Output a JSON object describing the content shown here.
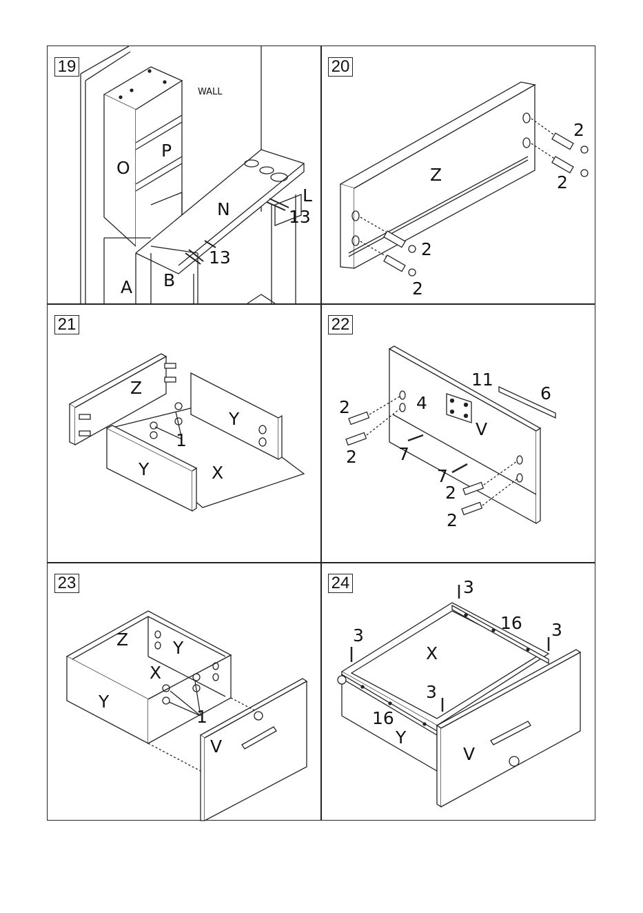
{
  "steps": [
    {
      "number": "19",
      "labels": {
        "wall": "WALL",
        "o": "O",
        "p": "P",
        "n": "N",
        "l": "L",
        "thirteen_a": "13",
        "thirteen_b": "13",
        "a": "A",
        "b": "B"
      }
    },
    {
      "number": "20",
      "labels": {
        "z": "Z",
        "two_a": "2",
        "two_b": "2",
        "two_c": "2",
        "two_d": "2"
      }
    },
    {
      "number": "21",
      "labels": {
        "z": "Z",
        "y_a": "Y",
        "y_b": "Y",
        "x": "X",
        "one": "1"
      }
    },
    {
      "number": "22",
      "labels": {
        "eleven": "11",
        "six": "6",
        "two_a": "2",
        "two_b": "2",
        "four": "4",
        "v": "V",
        "seven_a": "7",
        "seven_b": "7",
        "two_c": "2",
        "two_d": "2"
      }
    },
    {
      "number": "23",
      "labels": {
        "z": "Z",
        "y_a": "Y",
        "x": "X",
        "y_b": "Y",
        "one": "1",
        "v": "V"
      }
    },
    {
      "number": "24",
      "labels": {
        "three_a": "3",
        "sixteen_a": "16",
        "three_b": "3",
        "three_c": "3",
        "x": "X",
        "three_d": "3",
        "sixteen_b": "16",
        "y": "Y",
        "v": "V"
      }
    }
  ]
}
